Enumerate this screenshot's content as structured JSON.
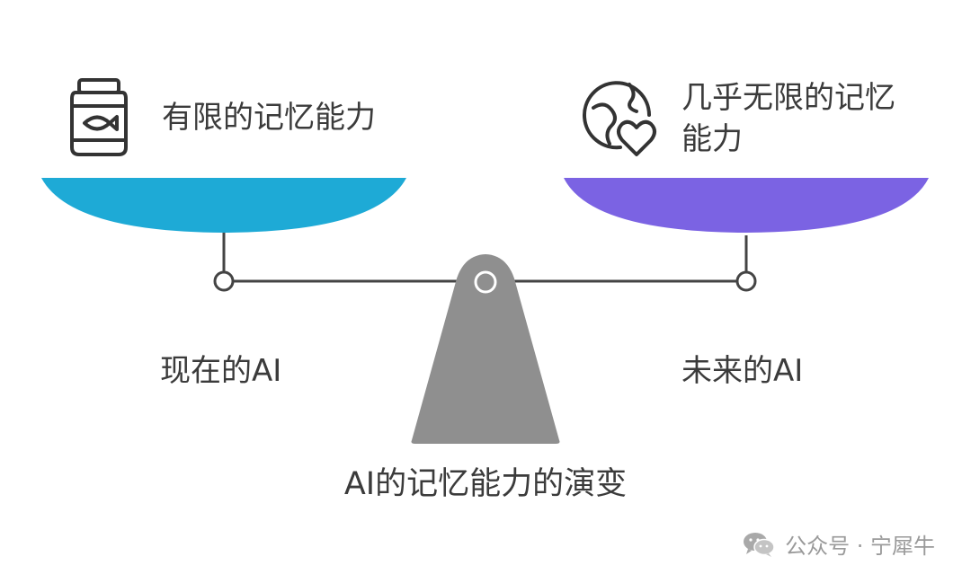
{
  "left": {
    "title": "有限的记忆能力",
    "caption": "现在的AI",
    "icon": "jar-icon",
    "pan_color": "#1eaad6"
  },
  "right": {
    "title_line1": "几乎无限的记忆",
    "title_line2": "能力",
    "caption": "未来的AI",
    "icon": "globe-heart-icon",
    "pan_color": "#7b63e3"
  },
  "center": {
    "caption": "AI的记忆能力的演变",
    "fulcrum_color": "#8f8f8f"
  },
  "watermark": {
    "text": "公众号 · 宁犀牛",
    "icon": "wechat-icon"
  }
}
